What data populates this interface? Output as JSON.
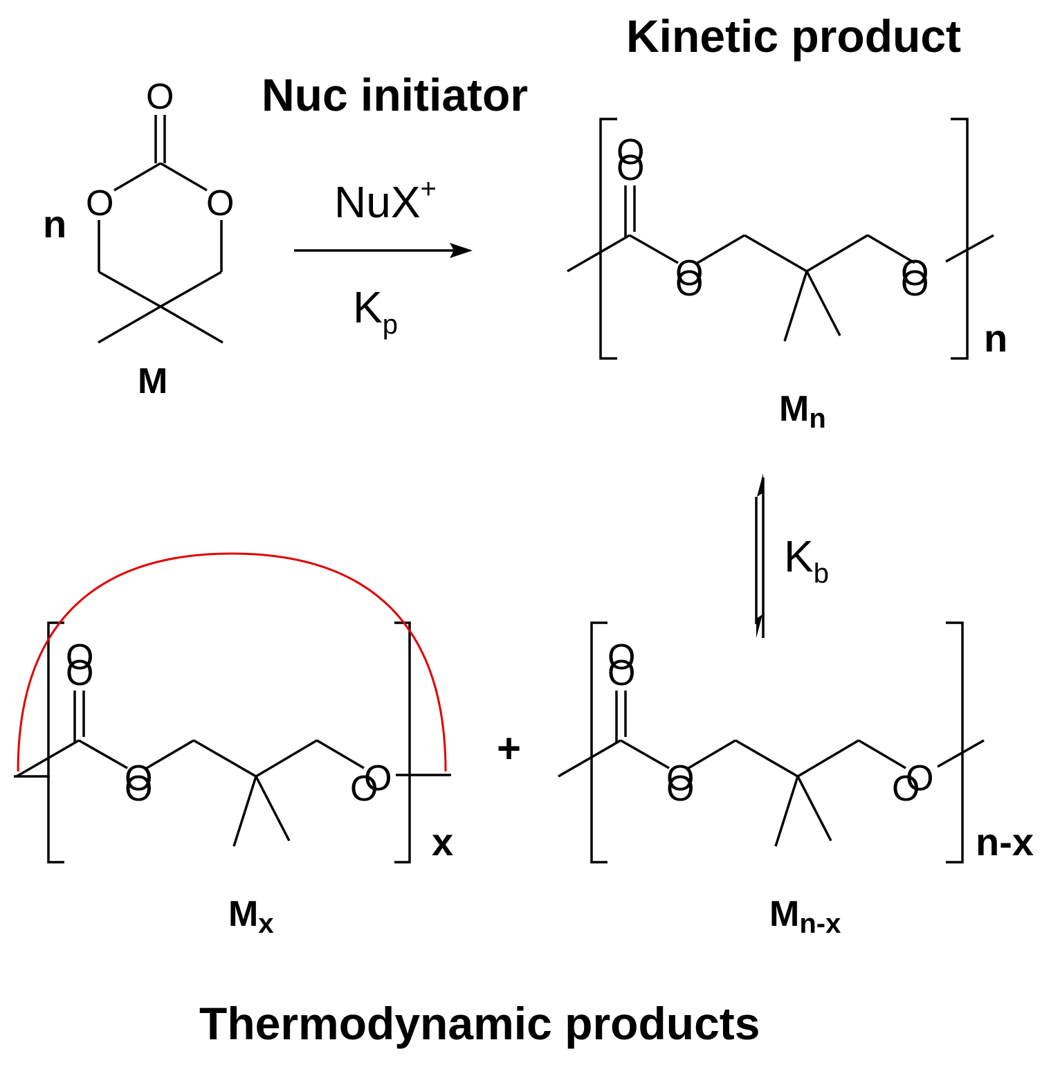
{
  "titles": {
    "nuc_initiator": "Nuc initiator",
    "kinetic_product": "Kinetic product",
    "thermodynamic_products": "Thermodynamic products"
  },
  "reagents": {
    "nux": "NuX",
    "nux_charge": "+",
    "kp_main": "K",
    "kp_sub": "p",
    "kb_main": "K",
    "kb_sub": "b"
  },
  "labels": {
    "monomer": "M",
    "monomer_count": "n",
    "mn_main": "M",
    "mn_sub": "n",
    "mx_main": "M",
    "mx_sub": "x",
    "mnx_main": "M",
    "mnx_sub": "n-x",
    "rep_n": "n",
    "rep_x": "x",
    "rep_nx": "n-x",
    "plus": "+",
    "oxygen": "O"
  },
  "colors": {
    "bonds": "#000000",
    "cyclization_arc": "#e00000"
  }
}
